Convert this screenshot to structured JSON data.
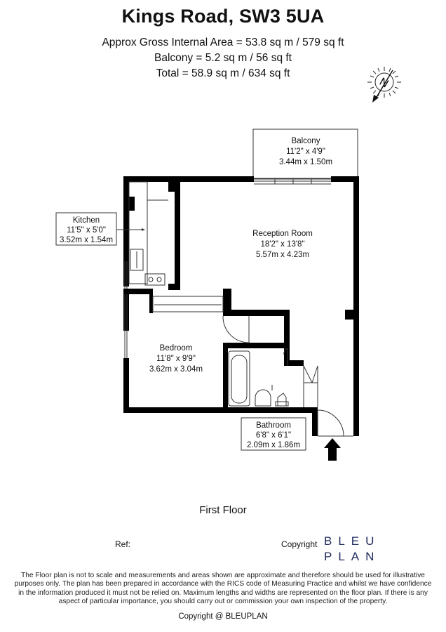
{
  "header": {
    "title": "Kings Road, SW3 5UA",
    "area_line": "Approx Gross Internal Area = 53.8 sq m / 579 sq ft",
    "balcony_line": "Balcony = 5.2 sq m / 56 sq ft",
    "total_line": "Total = 58.9 sq m / 634 sq ft"
  },
  "compass": {
    "letter": "N"
  },
  "rooms": {
    "balcony": {
      "name": "Balcony",
      "imperial": "11'2\" x 4'9\"",
      "metric": "3.44m x 1.50m"
    },
    "kitchen": {
      "name": "Kitchen",
      "imperial": "11'5\" x 5'0\"",
      "metric": "3.52m x 1.54m"
    },
    "reception": {
      "name": "Reception Room",
      "imperial": "18'2\" x 13'8\"",
      "metric": "5.57m x 4.23m"
    },
    "bedroom": {
      "name": "Bedroom",
      "imperial": "11'8\" x 9'9\"",
      "metric": "3.62m x 3.04m"
    },
    "bathroom": {
      "name": "Bathroom",
      "imperial": "6'8\" x 6'1\"",
      "metric": "2.09m x 1.86m"
    }
  },
  "floor_label": "First Floor",
  "ref_label": "Ref:",
  "copyright_label": "Copyright",
  "logo": {
    "line1": "BLEU",
    "line2": "PLAN",
    "color": "#1f2a5c"
  },
  "disclaimer": "The Floor plan is not to scale and measurements and areas shown are approximate and therefore should be used for illustrative purposes only. The plan has been prepared in accordance with the RICS code of Measuring Practice and whilst we have confidence in the information produced it must not be relied on. Maximum lengths and widths are represented on the floor plan. If there is any aspect of particular importance, you should carry out or commission your own inspection of the property.",
  "footer": "Copyright @ BLEUPLAN"
}
